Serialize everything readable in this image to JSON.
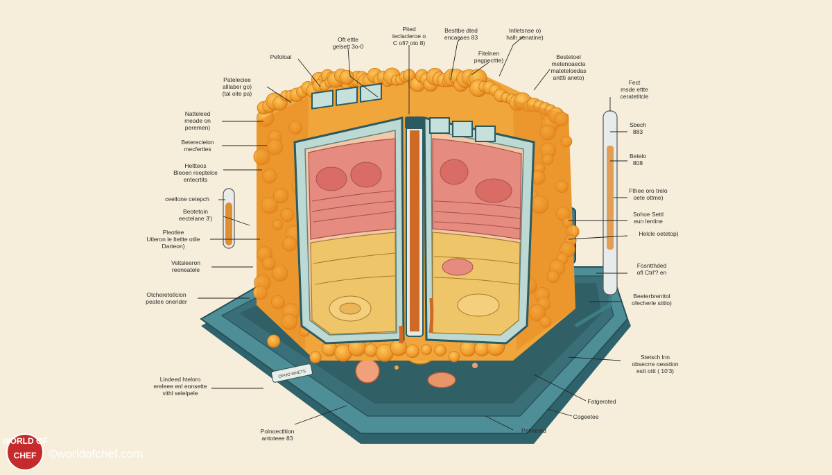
{
  "labels": [
    {
      "id": "l1",
      "lines": [
        "Oft ettle",
        "gelsett 3o-0"
      ]
    },
    {
      "id": "l2",
      "lines": [
        "Pited",
        "teclacleroe o",
        "C ofi? oto 8)"
      ]
    },
    {
      "id": "l3",
      "lines": [
        "Besttbe dted",
        "encaeses 83"
      ]
    },
    {
      "id": "l4",
      "lines": [
        "Intletsnse o)",
        "halh senatine)"
      ]
    },
    {
      "id": "l5",
      "lines": [
        "Pefoloal"
      ]
    },
    {
      "id": "l6",
      "lines": [
        "Fitelnen",
        "pagpecttte)"
      ]
    },
    {
      "id": "l7",
      "lines": [
        "Bestetoel",
        "metenoaecla",
        "mateteloedas",
        "anttti aneto)"
      ]
    },
    {
      "id": "l8",
      "lines": [
        "Pateleciee",
        "alllaber go)",
        "(tal oite pa)"
      ]
    },
    {
      "id": "l9",
      "lines": [
        "Fect",
        "msde ettte",
        "ceratetitcle"
      ]
    },
    {
      "id": "l10",
      "lines": [
        "Natteleed",
        "meade on",
        "peremen)"
      ]
    },
    {
      "id": "l11",
      "lines": [
        "Sbech",
        "883"
      ]
    },
    {
      "id": "l12",
      "lines": [
        "Beterecielon",
        "mecfertles"
      ]
    },
    {
      "id": "l13",
      "lines": [
        "Betelo",
        "808"
      ]
    },
    {
      "id": "l14",
      "lines": [
        "Heltteos",
        "Bleoen reeptelce",
        "entecrtits"
      ]
    },
    {
      "id": "l15",
      "lines": [
        "Fthee oro trelo",
        "oete ottme)"
      ]
    },
    {
      "id": "l16",
      "lines": [
        "ceellone cetepch"
      ]
    },
    {
      "id": "l17",
      "lines": [
        "Beotetoin",
        "eectelane 3')"
      ]
    },
    {
      "id": "l18",
      "lines": [
        "Sohoe Settl",
        "eun lentine"
      ]
    },
    {
      "id": "l19",
      "lines": [
        "Pleotlee",
        "Utleron le ltetlte otile",
        "Darteon)"
      ]
    },
    {
      "id": "l20",
      "lines": [
        "Helcle oetetop)"
      ]
    },
    {
      "id": "l21",
      "lines": [
        "Veltsleeron",
        "reeneatele"
      ]
    },
    {
      "id": "l22",
      "lines": [
        "Fosntthded",
        "ofl Ctrl'? en"
      ]
    },
    {
      "id": "l23",
      "lines": [
        "Otcheretotlcion",
        "peatee onerider"
      ]
    },
    {
      "id": "l24",
      "lines": [
        "Beeterbrenttol",
        "ofecherle stitlo)"
      ]
    },
    {
      "id": "l25",
      "lines": [
        "Stetsch lnn",
        "obsecrre oesstion",
        "estt ottt ( 10'3)"
      ]
    },
    {
      "id": "l26",
      "lines": [
        "Lindeed hteloro",
        "ereleee enl eonsette",
        "vithl selelpele"
      ]
    },
    {
      "id": "l27",
      "lines": [
        "Fatgeroted"
      ]
    },
    {
      "id": "l28",
      "lines": [
        "Cogeetee"
      ]
    },
    {
      "id": "l29",
      "lines": [
        "Polnoectltion",
        "antoteee 83"
      ]
    },
    {
      "id": "l30",
      "lines": [
        "Pelnteted"
      ]
    }
  ],
  "plaque_text": "OPHO MNETS",
  "watermark": {
    "badge": "CHEF",
    "badge_top": "WORLD OF",
    "text": "©worldofchef.com"
  },
  "colors": {
    "background": "#f6eedb",
    "crust": "#f0a63a",
    "crust_dark": "#d87f1d",
    "base": "#3f7d86",
    "base_light": "#5fa3aa",
    "layer_pink": "#e58b80",
    "layer_yellow": "#efc56a",
    "tube": "#cf6a26"
  }
}
